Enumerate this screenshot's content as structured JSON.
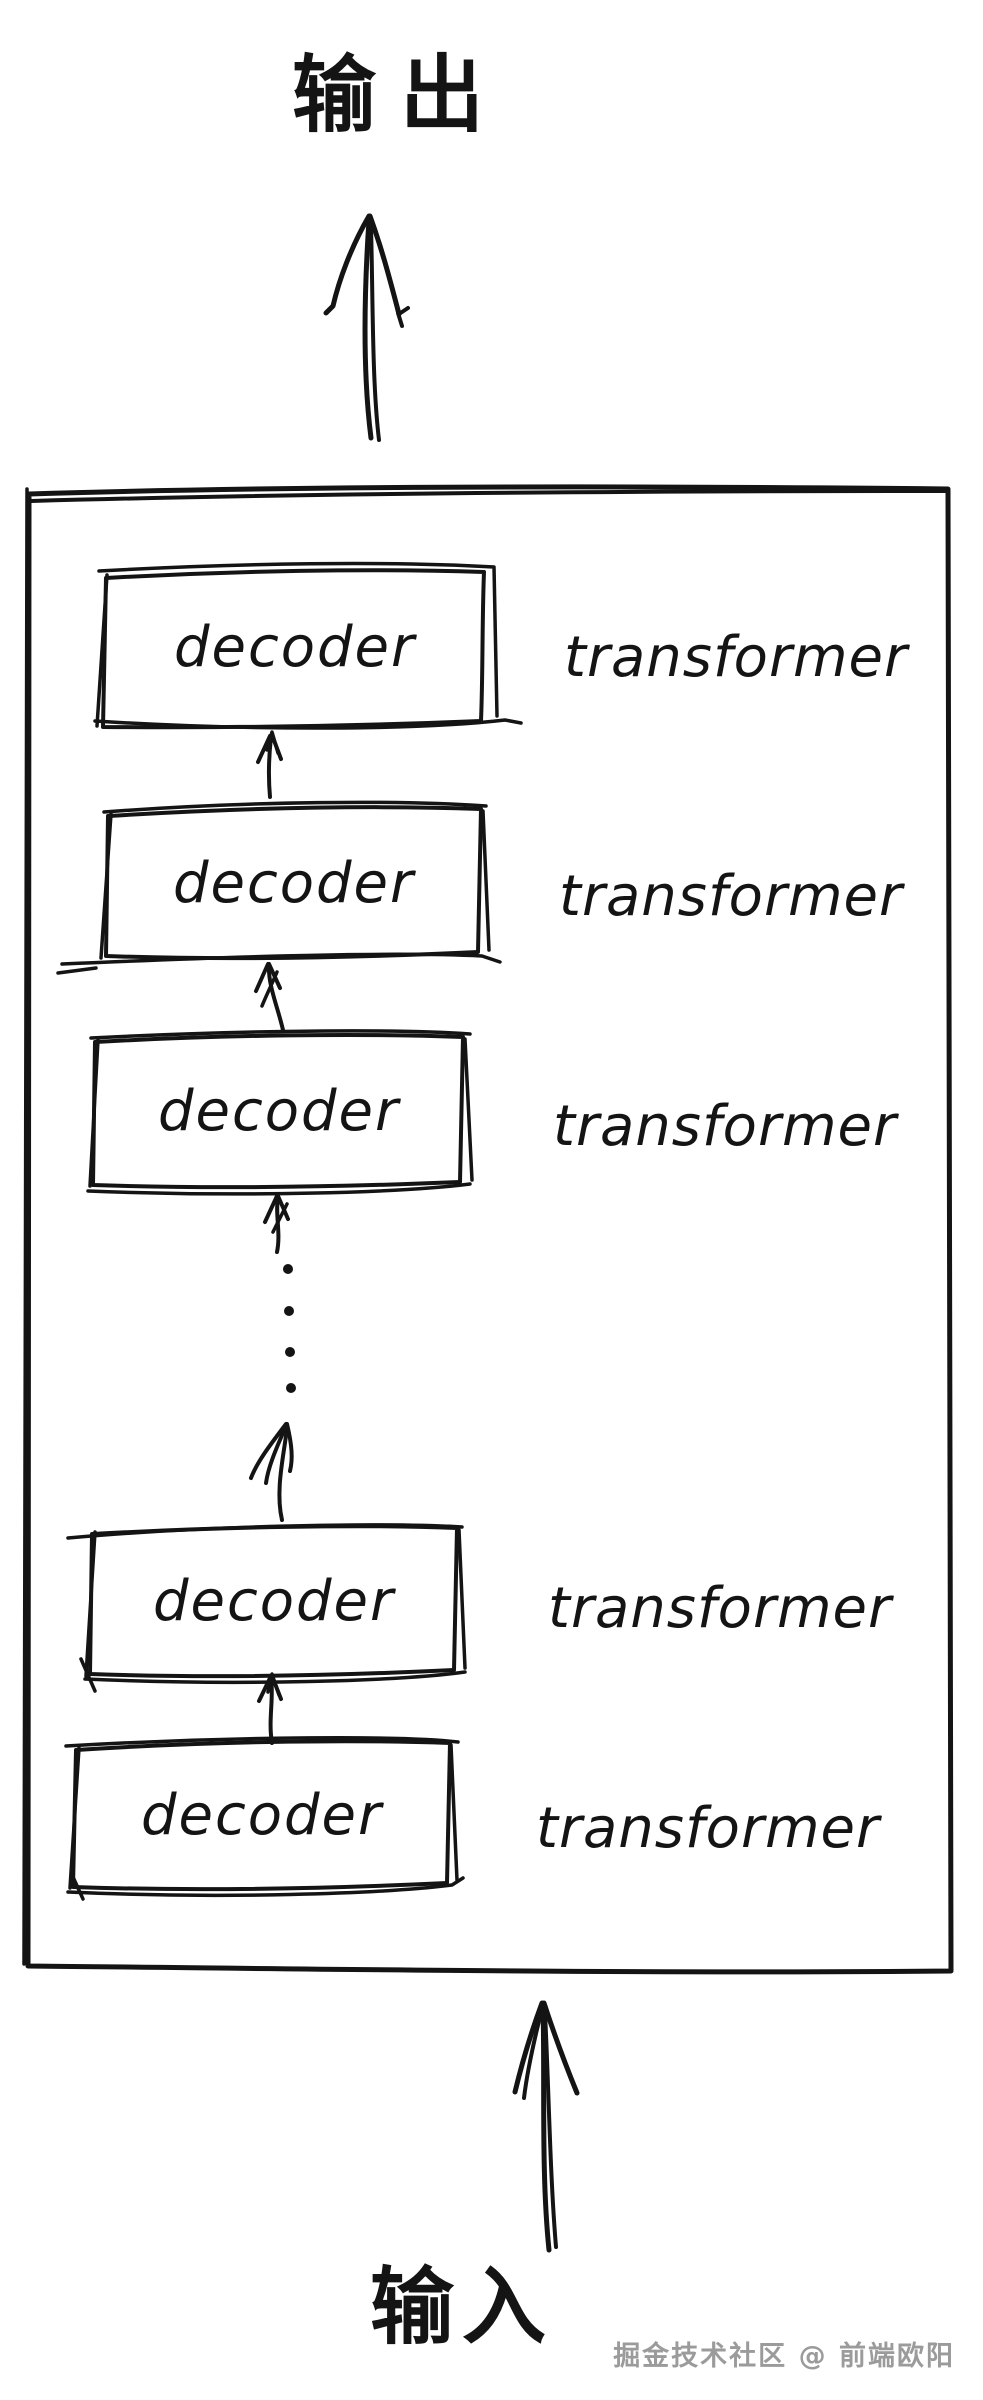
{
  "diagram": {
    "output_label": "输出",
    "input_label": "输入",
    "layers": [
      {
        "box": "decoder",
        "tag": "transformer"
      },
      {
        "box": "decoder",
        "tag": "transformer"
      },
      {
        "box": "decoder",
        "tag": "transformer"
      },
      {
        "box": "decoder",
        "tag": "transformer"
      },
      {
        "box": "decoder",
        "tag": "transformer"
      }
    ]
  },
  "watermark": "掘金技术社区 @ 前端欧阳",
  "colors": {
    "ink": "#141414",
    "watermark": "#9b9b9b",
    "background": "#ffffff"
  }
}
